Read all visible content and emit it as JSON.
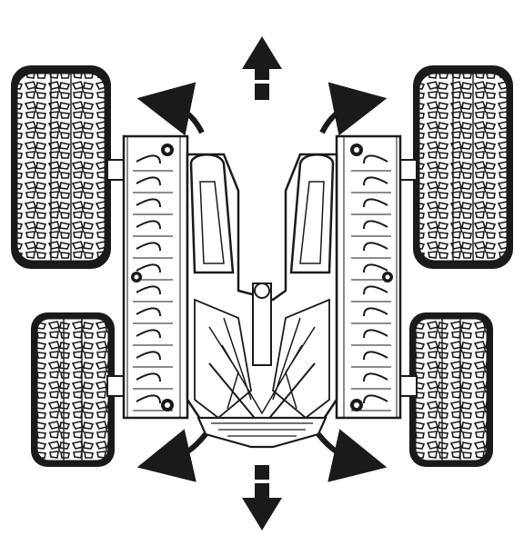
{
  "colors": {
    "ink": "#1a1a1a",
    "paper": "#ffffff",
    "body_fill": "#f4f4f4"
  },
  "illustration": {
    "subject": "rc-stunt-car-top-view",
    "wheels": [
      "front-left",
      "front-right",
      "rear-left",
      "rear-right"
    ],
    "arrows": [
      "forward",
      "backward",
      "spin-front-left",
      "spin-front-right",
      "spin-rear-left",
      "spin-rear-right"
    ]
  }
}
